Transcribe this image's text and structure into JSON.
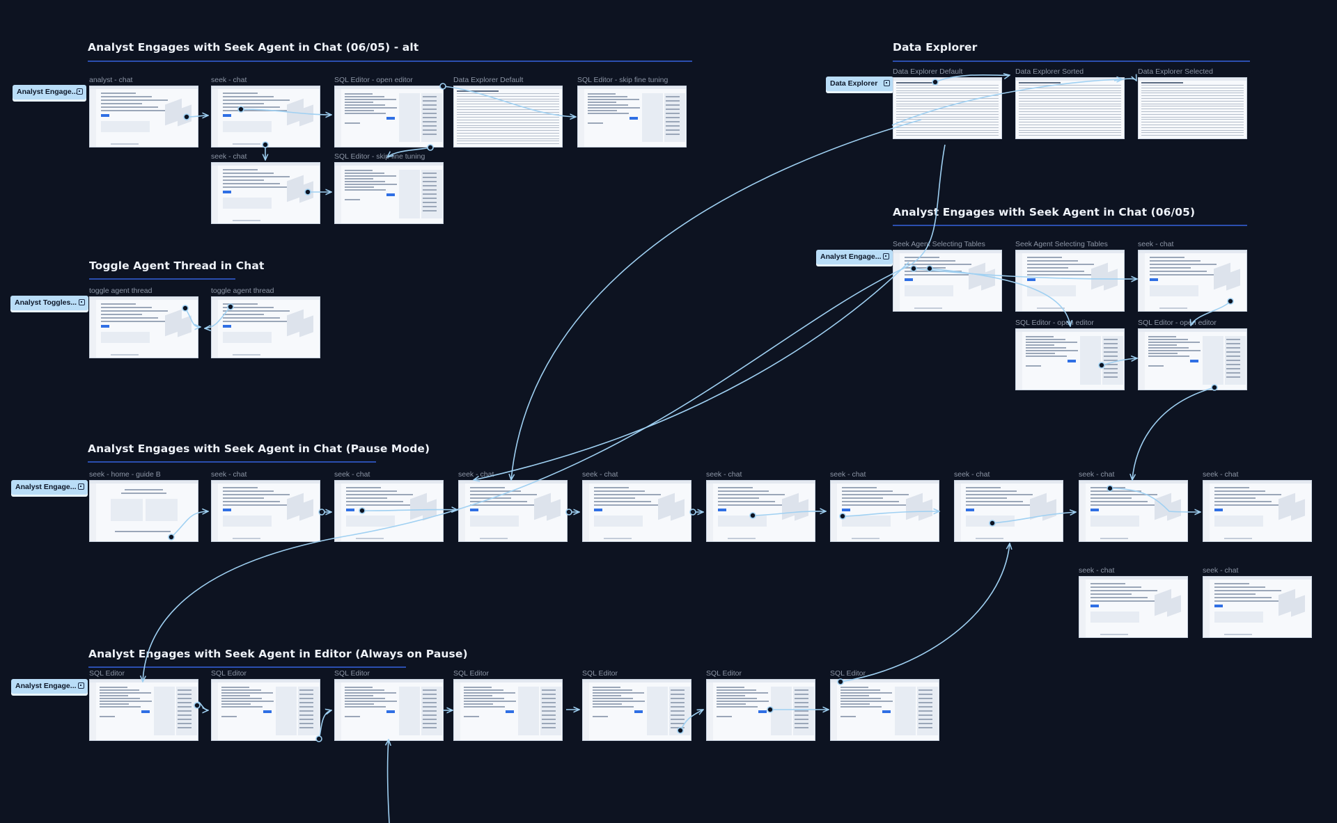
{
  "sections": [
    {
      "id": "alt",
      "title": "Analyst Engages with Seek Agent in Chat (06/05) - alt"
    },
    {
      "id": "data-explorer",
      "title": "Data Explorer"
    },
    {
      "id": "toggle",
      "title": "Toggle Agent Thread in Chat"
    },
    {
      "id": "chat-0605",
      "title": "Analyst Engages with Seek Agent in Chat (06/05)"
    },
    {
      "id": "pause",
      "title": "Analyst Engages with Seek Agent in Chat (Pause Mode)"
    },
    {
      "id": "editor",
      "title": "Analyst Engages with Seek Agent in Editor (Always on Pause)"
    }
  ],
  "flow_chips": [
    {
      "label": "Analyst Engage..."
    },
    {
      "label": "Data Explorer"
    },
    {
      "label": "Analyst Toggles..."
    },
    {
      "label": "Analyst Engage..."
    },
    {
      "label": "Analyst Engage..."
    },
    {
      "label": "Analyst Engage..."
    }
  ],
  "frames": [
    {
      "label": "analyst - chat",
      "kind": "chat"
    },
    {
      "label": "seek - chat",
      "kind": "chat"
    },
    {
      "label": "SQL Editor - open editor",
      "kind": "editor"
    },
    {
      "label": "Data Explorer Default",
      "kind": "table"
    },
    {
      "label": "SQL Editor - skip fine tuning",
      "kind": "editor"
    },
    {
      "label": "seek - chat",
      "kind": "chat"
    },
    {
      "label": "SQL Editor - skip fine tuning",
      "kind": "editor"
    },
    {
      "label": "Data Explorer Default",
      "kind": "table"
    },
    {
      "label": "Data Explorer Sorted",
      "kind": "table"
    },
    {
      "label": "Data Explorer Selected",
      "kind": "table"
    },
    {
      "label": "toggle agent thread",
      "kind": "chat"
    },
    {
      "label": "toggle agent thread",
      "kind": "chat"
    },
    {
      "label": "Seek Agent Selecting Tables",
      "kind": "chat"
    },
    {
      "label": "Seek Agent Selecting Tables",
      "kind": "chat"
    },
    {
      "label": "seek - chat",
      "kind": "chat"
    },
    {
      "label": "SQL Editor - open editor",
      "kind": "editor"
    },
    {
      "label": "SQL Editor - open editor",
      "kind": "editor"
    },
    {
      "label": "seek - home - guide B",
      "kind": "home"
    },
    {
      "label": "seek - chat",
      "kind": "chat"
    },
    {
      "label": "seek - chat",
      "kind": "chat"
    },
    {
      "label": "seek - chat",
      "kind": "chat"
    },
    {
      "label": "seek - chat",
      "kind": "chat"
    },
    {
      "label": "seek - chat",
      "kind": "chat"
    },
    {
      "label": "seek - chat",
      "kind": "chat"
    },
    {
      "label": "seek - chat",
      "kind": "chat"
    },
    {
      "label": "seek - chat",
      "kind": "chat"
    },
    {
      "label": "seek - chat",
      "kind": "chat"
    },
    {
      "label": "seek - chat",
      "kind": "chat"
    },
    {
      "label": "seek - chat",
      "kind": "chat"
    },
    {
      "label": "SQL Editor",
      "kind": "editor"
    },
    {
      "label": "SQL Editor",
      "kind": "editor"
    },
    {
      "label": "SQL Editor",
      "kind": "editor"
    },
    {
      "label": "SQL Editor",
      "kind": "editor"
    },
    {
      "label": "SQL Editor",
      "kind": "editor"
    },
    {
      "label": "SQL Editor",
      "kind": "editor"
    },
    {
      "label": "SQL Editor",
      "kind": "editor"
    }
  ],
  "colors": {
    "background": "#0d1321",
    "connector": "#9fd0f2",
    "section_rule": "#2b4fb0",
    "chip": "#b9ddf7",
    "accent_button": "#2f6fe4"
  }
}
